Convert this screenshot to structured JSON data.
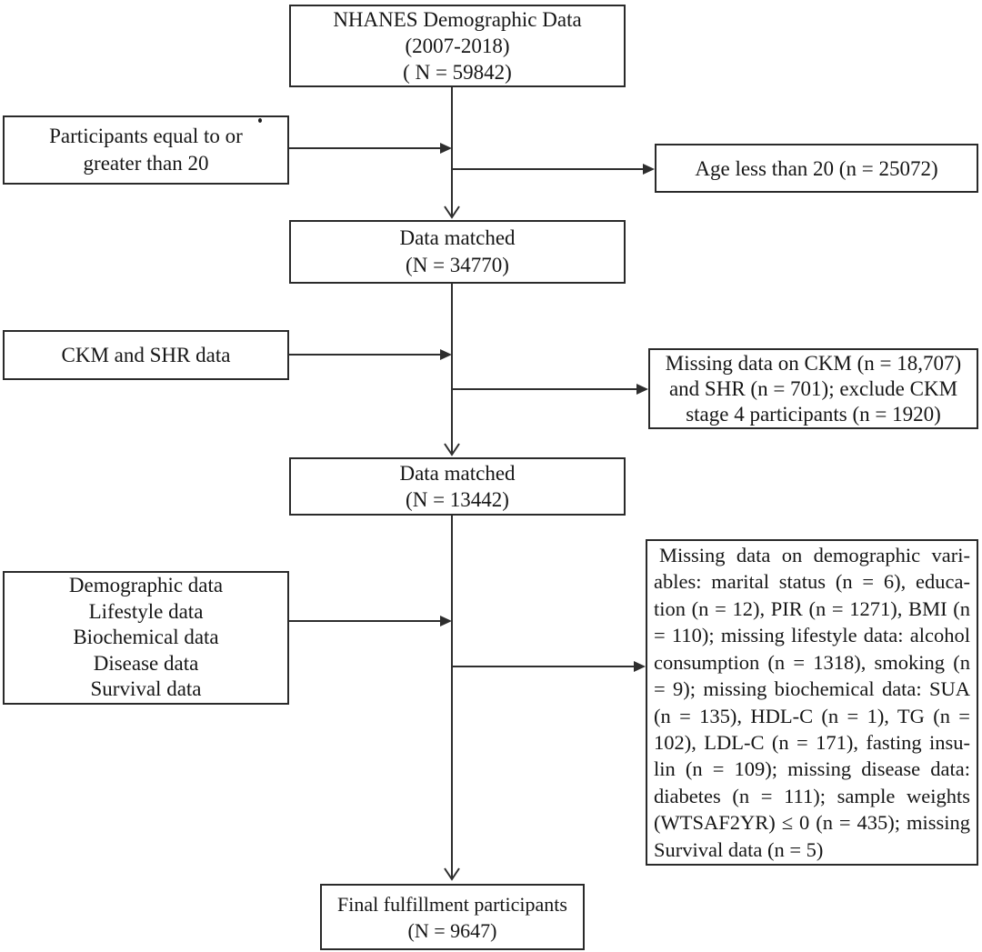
{
  "diagram": {
    "boxes": {
      "source": {
        "lines": [
          "NHANES Demographic Data",
          "(2007-2018)",
          "( N = 59842)"
        ]
      },
      "criteria_age": {
        "lines": [
          "Participants equal to or",
          "greater than 20"
        ]
      },
      "excluded_age": {
        "lines": [
          "Age less than 20 (n = 25072)"
        ]
      },
      "matched_1": {
        "lines": [
          "Data matched",
          "(N = 34770)"
        ]
      },
      "criteria_ckm": {
        "lines": [
          "CKM and SHR data"
        ]
      },
      "excluded_ckm": {
        "lines": [
          "Missing data on CKM (n = 18,707)",
          "and SHR (n = 701); exclude CKM",
          "stage 4 participants (n = 1920)"
        ]
      },
      "matched_2": {
        "lines": [
          "Data matched",
          "(N = 13442)"
        ]
      },
      "criteria_covariates": {
        "lines": [
          "Demographic data",
          "Lifestyle data",
          "Biochemical data",
          "Disease data",
          "Survival data"
        ]
      },
      "excluded_covariates": {
        "lines": [
          "Missing data on demographic vari-",
          "ables: marital status (n = 6), educa-",
          "tion (n = 12), PIR (n = 1271), BMI (n",
          "= 110); missing lifestyle data: alcohol",
          "consumption (n = 1318), smoking (n",
          "= 9); missing biochemical data: SUA",
          "(n = 135), HDL-C (n = 1), TG (n =",
          "102), LDL-C (n = 171), fasting insu-",
          "lin (n = 109); missing disease data:",
          "diabetes (n = 111); sample weights",
          "(WTSAF2YR) ≤ 0 (n = 435); missing",
          "Survival data (n = 5)"
        ]
      },
      "final": {
        "lines": [
          "Final fulfillment participants",
          "(N = 9647)"
        ]
      }
    },
    "style": {
      "line_color": "#2e2e2e",
      "border_color": "#2a2a2a",
      "text_color": "#161616",
      "background": "#ffffff"
    }
  }
}
